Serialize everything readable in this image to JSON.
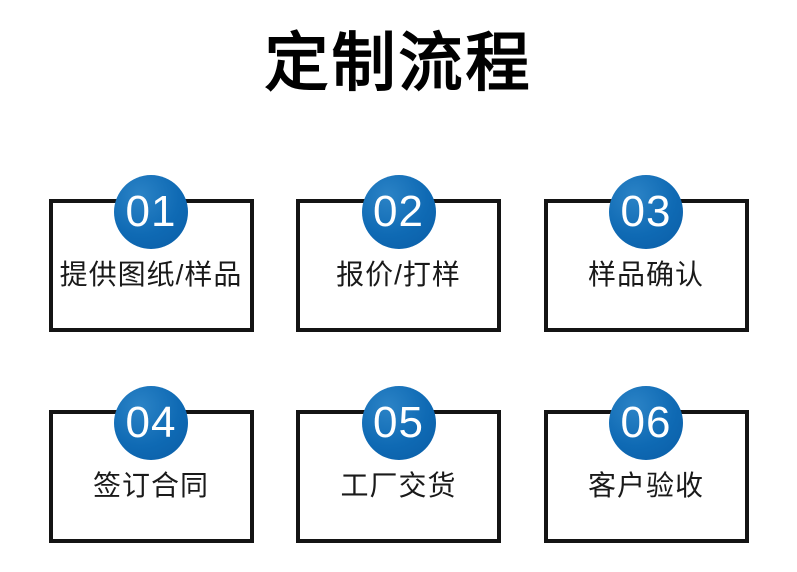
{
  "title": "定制流程",
  "colors": {
    "badge_blue": "#0f6ab4",
    "badge_blue_light": "#2b83c6",
    "box_border": "#141414",
    "title_text": "#000000",
    "label_text": "#1a1a1a",
    "background": "#ffffff",
    "badge_number_text": "#ffffff"
  },
  "steps": [
    {
      "number": "01",
      "label": "提供图纸/样品"
    },
    {
      "number": "02",
      "label": "报价/打样"
    },
    {
      "number": "03",
      "label": "样品确认"
    },
    {
      "number": "04",
      "label": "签订合同"
    },
    {
      "number": "05",
      "label": "工厂交货"
    },
    {
      "number": "06",
      "label": "客户验收"
    }
  ]
}
